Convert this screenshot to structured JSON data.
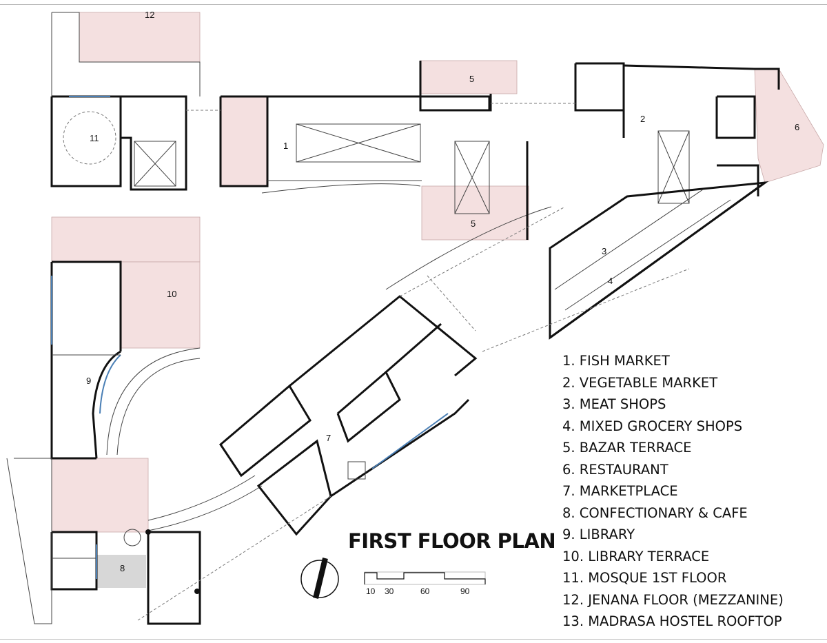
{
  "title": "FIRST FLOOR PLAN",
  "legend": [
    "1. FISH MARKET",
    "2. VEGETABLE MARKET",
    "3. MEAT SHOPS",
    "4. MIXED GROCERY SHOPS",
    "5. BAZAR TERRACE",
    "6. RESTAURANT",
    "7. MARKETPLACE",
    "8. CONFECTIONARY & CAFE",
    "9. LIBRARY",
    "10. LIBRARY TERRACE",
    "11. MOSQUE 1ST FLOOR",
    "12. JENANA FLOOR (MEZZANINE)",
    "13. MADRASA HOSTEL ROOFTOP"
  ],
  "room_numbers": {
    "r12": "12",
    "r11": "11",
    "r1": "1",
    "r5a": "5",
    "r5b": "5",
    "r2": "2",
    "r6": "6",
    "r3": "3",
    "r4": "4",
    "r10": "10",
    "r9": "9",
    "r7": "7",
    "r8": "8"
  },
  "scale_bar": {
    "ticks": [
      "10",
      "30",
      "60",
      "90"
    ]
  },
  "icons": {
    "north_arrow": "north-arrow-icon"
  }
}
